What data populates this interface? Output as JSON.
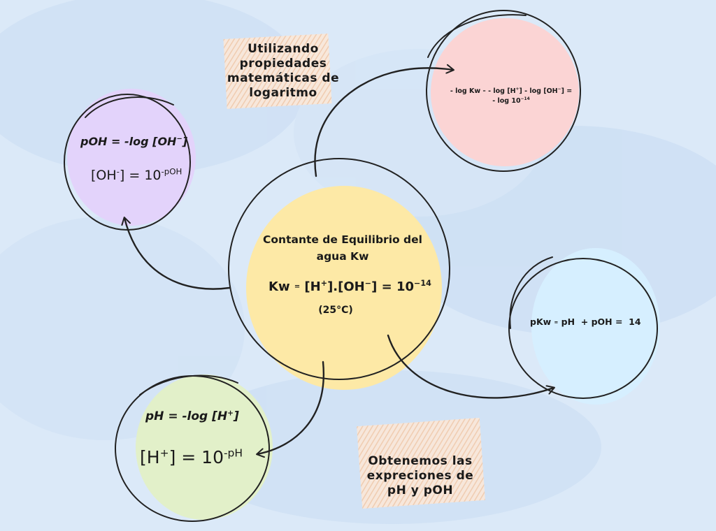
{
  "colors": {
    "background": "#dbe9f8",
    "center": "#fde9a6",
    "poh": "#e3d3fb",
    "log": "#fbd4d4",
    "pkw": "#d6efff",
    "ph": "#e2f0c9",
    "note": "#f7d7bf"
  },
  "notes": {
    "top": [
      "Utilizando",
      "propiedades",
      "matemáticas de",
      "logaritmo"
    ],
    "bottom": [
      "Obtenemos las",
      "expreciones de",
      "pH y pOH"
    ]
  },
  "center": {
    "title_line1": "Contante de Equilibrio del",
    "title_line2": "agua Kw",
    "eq_kw": "Kw",
    "eq_eq": "=",
    "eq_h": "[H",
    "eq_h_sup": "+",
    "eq_h_close": "].[OH",
    "eq_oh_sup": "−",
    "eq_close": "] = 10",
    "eq_exp": "−14",
    "temp": "(25°C)"
  },
  "poh": {
    "line1_a": "pOH = -log [OH",
    "line1_sup": "−",
    "line1_b": "]",
    "line2_a": "[OH",
    "line2_sup": "-",
    "line2_b": "] = 10",
    "line2_exp": "-pOH"
  },
  "log": {
    "line1_a": "- log Kw",
    "line1_eq": "=",
    "line1_b": "- log [H",
    "line1_sup1": "+",
    "line1_c": "] - log [OH",
    "line1_sup2": "−",
    "line1_d": "] =",
    "line2_a": "- log 10",
    "line2_exp": "−14"
  },
  "pkw": {
    "a": "pKw",
    "eq": "=",
    "b": "pH  + pOH =  14"
  },
  "ph": {
    "line1_a": "pH = -log [H",
    "line1_sup": "+",
    "line1_b": "]",
    "line2_a": "[H",
    "line2_sup": "+",
    "line2_b": "] = 10",
    "line2_exp": "-pH"
  }
}
